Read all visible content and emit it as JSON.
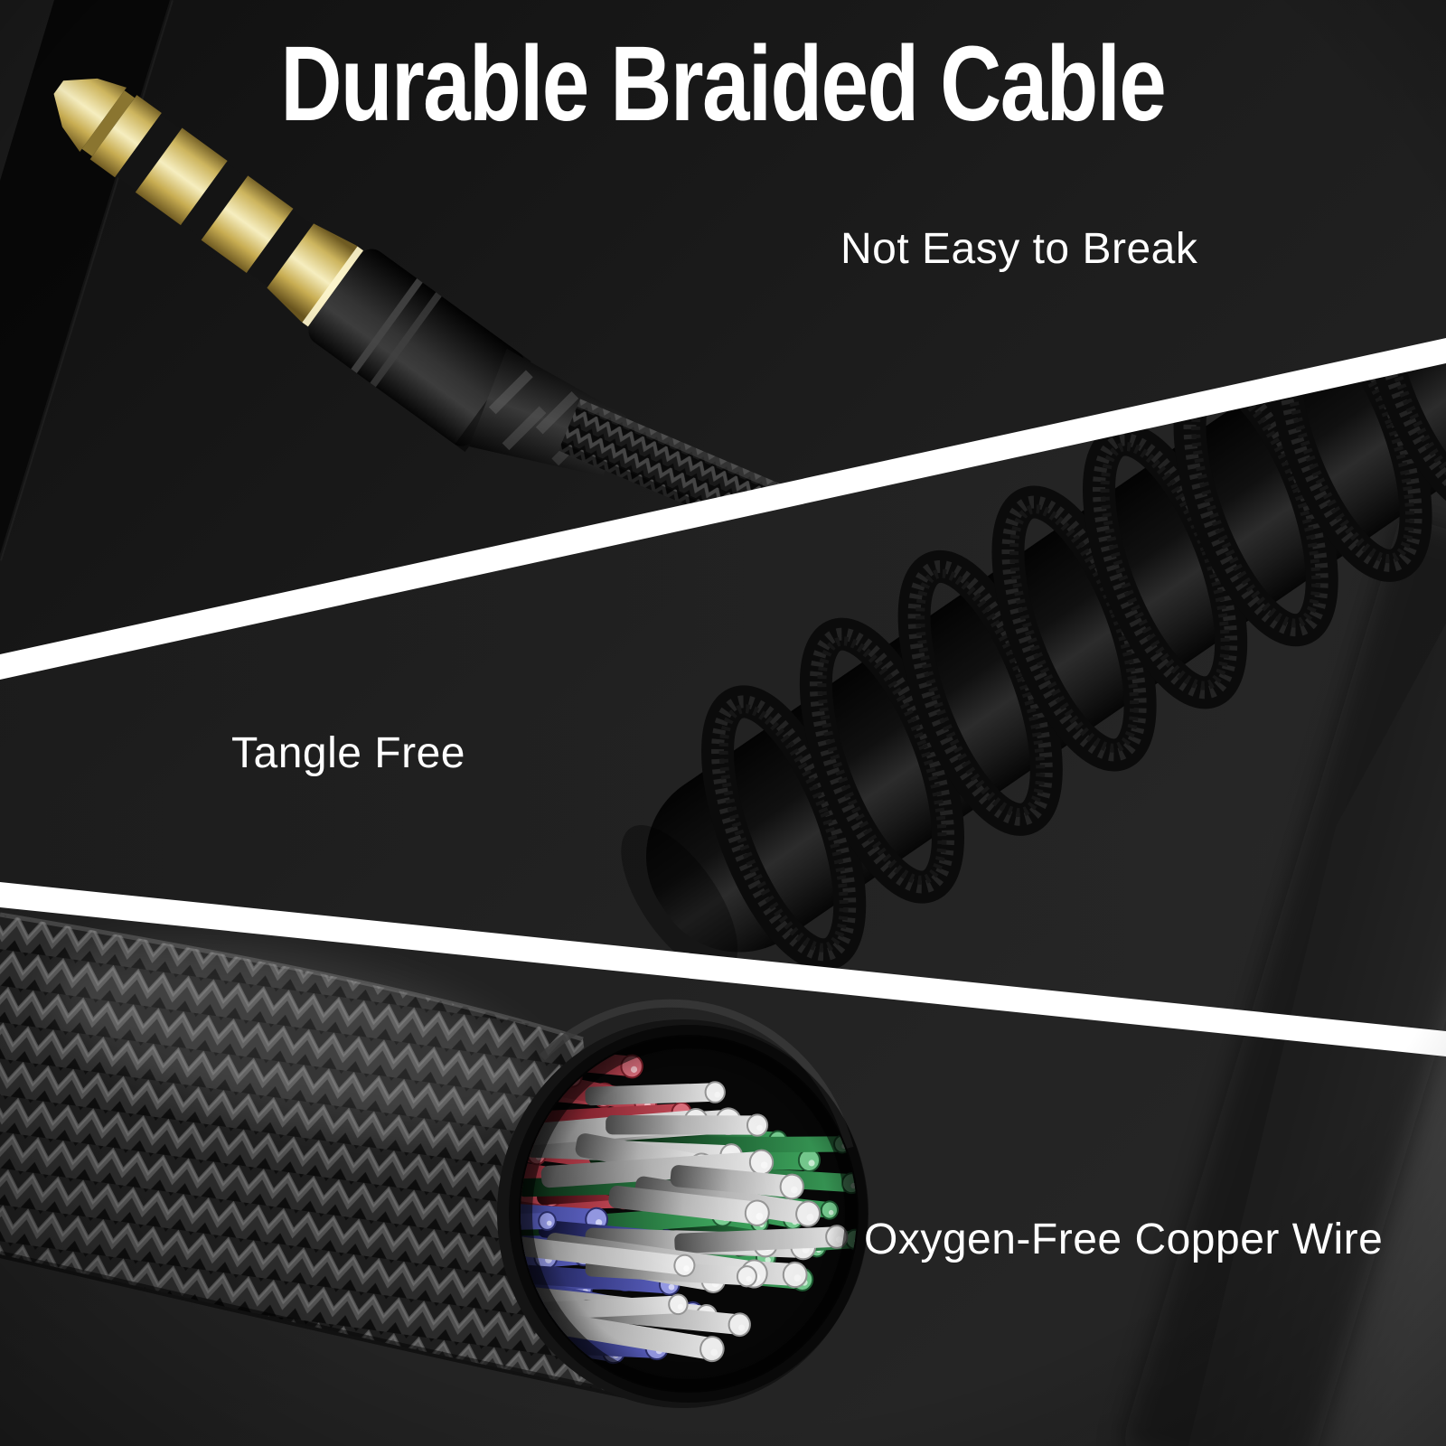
{
  "title": "Durable Braided Cable",
  "captions": {
    "top": "Not Easy to Break",
    "middle": "Tangle Free",
    "bottom": "Oxygen-Free Copper Wire"
  },
  "colors": {
    "background": "#1c1c1c",
    "text": "#ffffff",
    "divider_stripe": "#ffffff",
    "connector_gold": "#e6d37a",
    "cable_black": "#141414",
    "wire_red": "#c64a58",
    "wire_green": "#3fa85f",
    "wire_blue": "#5d63c4",
    "wire_white": "#eeeeee"
  }
}
